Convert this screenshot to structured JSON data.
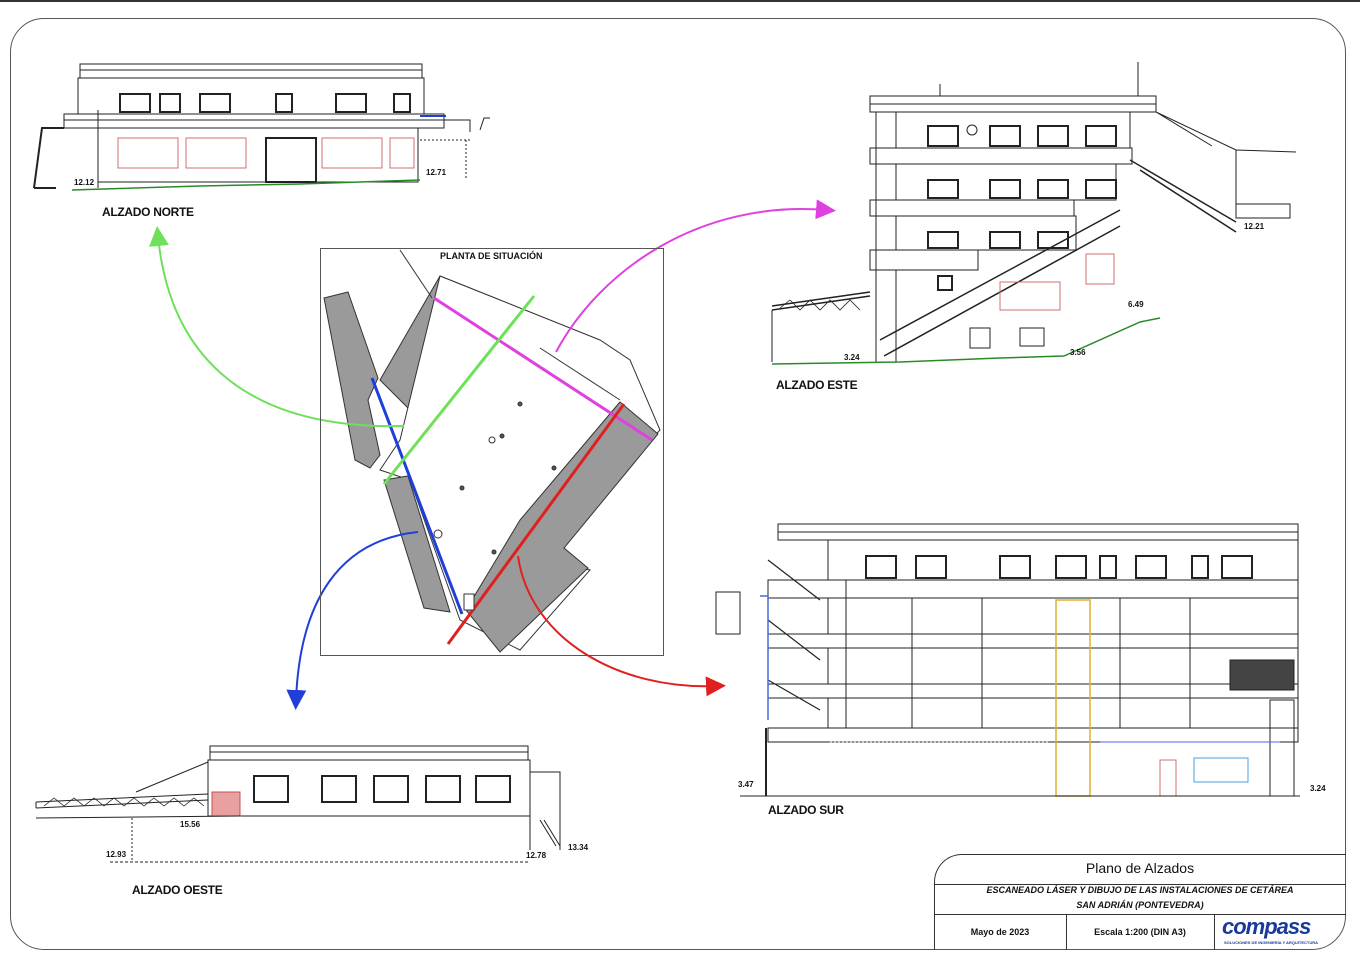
{
  "views": {
    "north": {
      "label": "ALZADO NORTE"
    },
    "east": {
      "label": "ALZADO ESTE"
    },
    "west": {
      "label": "ALZADO OESTE"
    },
    "south": {
      "label": "ALZADO SUR"
    },
    "site": {
      "label": "PLANTA DE SITUACIÓN"
    }
  },
  "levels": {
    "north_left": "12.12",
    "north_right": "12.71",
    "east_right": "12.21",
    "east_mid": "6.49",
    "east_low_left": "3.24",
    "east_low_right": "3.56",
    "west_left": "12.93",
    "west_inner": "15.56",
    "west_right": "12.78",
    "west_far": "13.34",
    "south_left": "3.47",
    "south_right": "3.24"
  },
  "arrows": {
    "north": "#6ee05a",
    "east": "#e040e0",
    "west": "#1f3fd8",
    "south": "#e02020"
  },
  "title_block": {
    "title": "Plano de Alzados",
    "description_line1": "ESCANEADO LÁSER Y DIBUJO DE LAS INSTALACIONES DE CETÁREA",
    "description_line2": "SAN ADRIÁN  (PONTEVEDRA)",
    "date": "Mayo de 2023",
    "scale": "Escala 1:200 (DIN A3)",
    "logo_word": "compass",
    "logo_tagline": "SOLUCIONES DE INGENIERÍA Y ARQUITECTURA"
  }
}
